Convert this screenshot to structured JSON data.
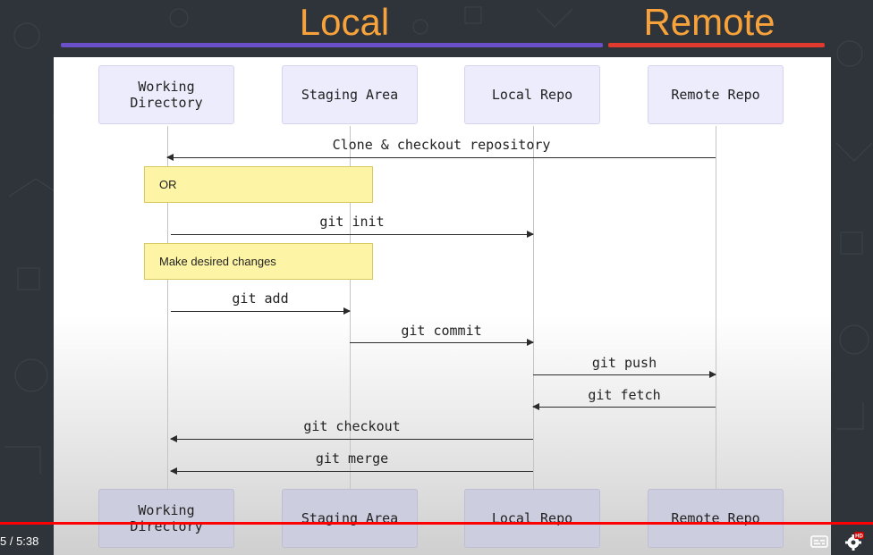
{
  "header": {
    "local_title": "Local",
    "remote_title": "Remote",
    "local_color": "#6a4fc8",
    "remote_color": "#e0392e"
  },
  "diagram": {
    "actors": [
      "Working\nDirectory",
      "Staging Area",
      "Local Repo",
      "Remote Repo"
    ],
    "notes": {
      "or": "OR",
      "changes": "Make desired changes"
    },
    "messages": {
      "clone": "Clone & checkout repository",
      "init": "git init",
      "add": "git add",
      "commit": "git commit",
      "push": "git push",
      "fetch": "git fetch",
      "checkout": "git checkout",
      "merge": "git merge"
    }
  },
  "player": {
    "time": "5 / 5:38",
    "progress_fraction": 1.0,
    "progress_color": "#ff0000",
    "icons": [
      "subtitles-icon",
      "settings-gear-icon"
    ],
    "hd_badge": "HD"
  }
}
